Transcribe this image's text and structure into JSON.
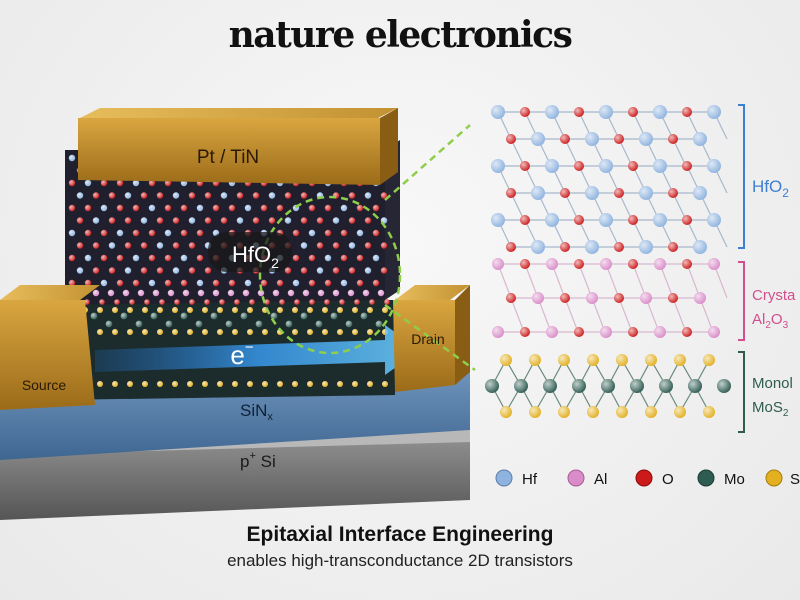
{
  "journal": "nature electronics",
  "device": {
    "top_electrode": "Pt / TiN",
    "dielectric": "HfO",
    "dielectric_sub": "2",
    "source": "Source",
    "drain": "Drain",
    "carrier": "e",
    "carrier_sup": "−",
    "insulator": "SiN",
    "insulator_sub": "x",
    "substrate": "p",
    "substrate_sup": "+",
    "substrate_rest": " Si"
  },
  "layers": [
    {
      "name": "HfO",
      "sub": "2",
      "color": "#3d7fd1"
    },
    {
      "name": "Crysta",
      "line2": "Al",
      "line2_sub1": "2",
      "line2_mid": "O",
      "line2_sub2": "3",
      "color": "#d0508f"
    },
    {
      "name": "Monol",
      "line2": "MoS",
      "line2_sub1": "2",
      "color": "#2f5d4c"
    }
  ],
  "legend": [
    {
      "label": "Hf",
      "color": "#8fb3df"
    },
    {
      "label": "Al",
      "color": "#d98cc8"
    },
    {
      "label": "O",
      "color": "#cc1a1a"
    },
    {
      "label": "Mo",
      "color": "#2f5c52"
    },
    {
      "label": "S",
      "color": "#e3b020"
    }
  ],
  "caption": {
    "title": "Epitaxial Interface Engineering",
    "subtitle": "enables high-transconductance 2D transistors"
  }
}
